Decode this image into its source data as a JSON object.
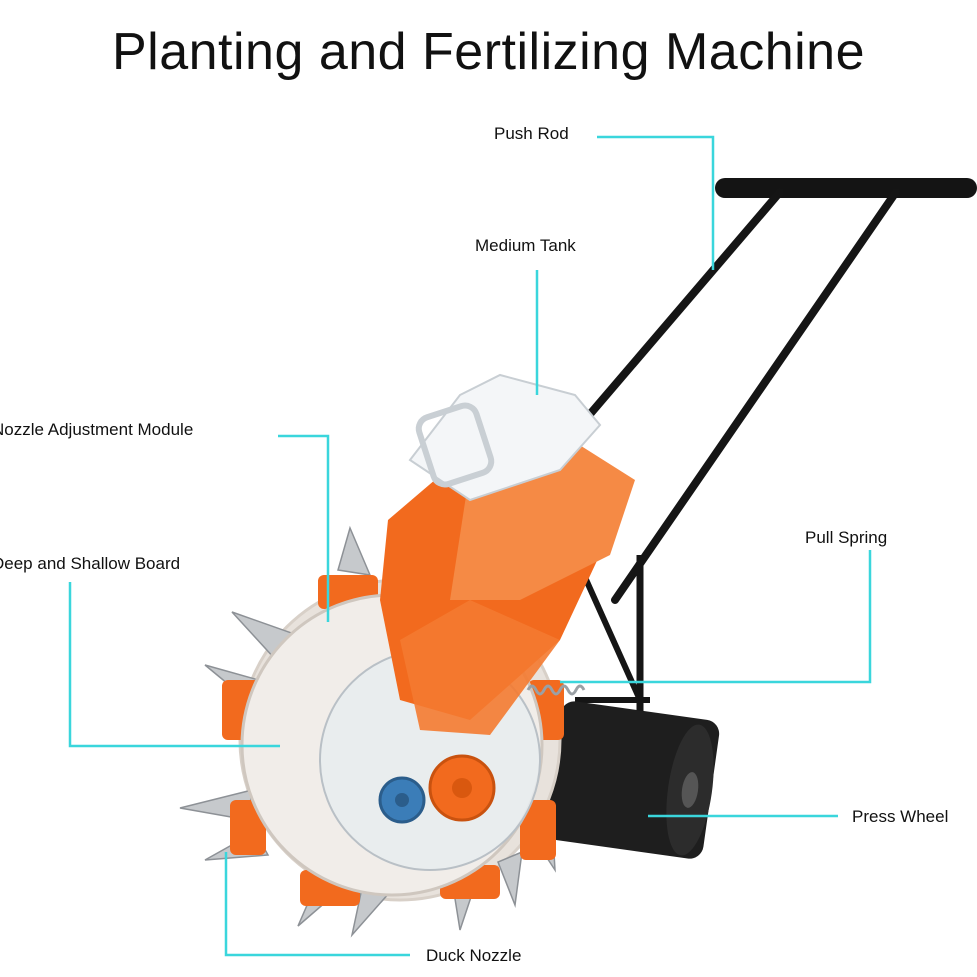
{
  "title": "Planting and Fertilizing Machine",
  "colors": {
    "leader_line": "#3ad6dc",
    "body_orange": "#f26a1e",
    "tank_clear": "#f2f4f6",
    "wheel_white": "#eeeae6",
    "frame_black": "#111111",
    "steel": "#b9bcbf"
  },
  "labels": {
    "push_rod": "Push Rod",
    "medium_tank": "Medium Tank",
    "nozzle_adjustment_module": "Nozzle Adjustment Module",
    "deep_shallow_board": "Deep and Shallow Board",
    "pull_spring": "Pull Spring",
    "press_wheel": "Press Wheel",
    "duck_nozzle": "Duck Nozzle"
  }
}
